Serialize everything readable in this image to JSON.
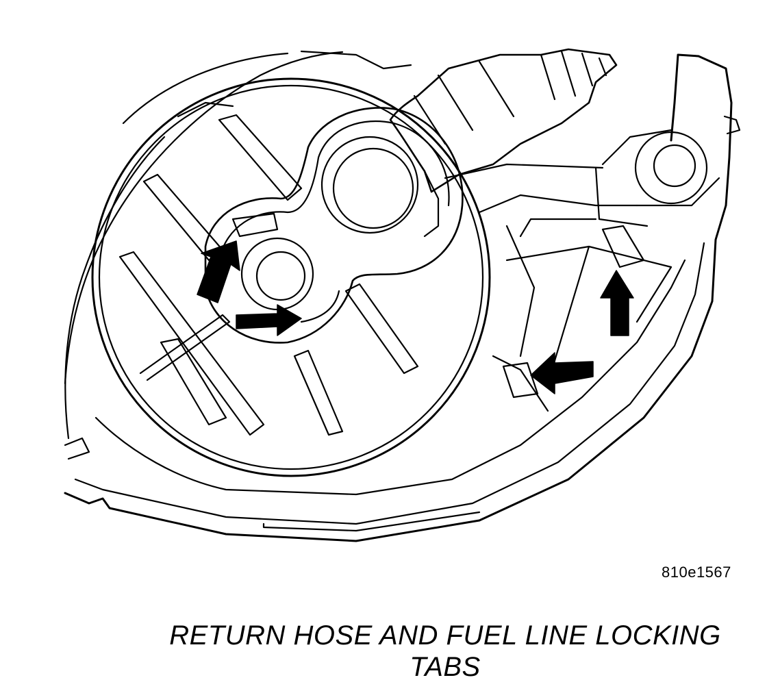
{
  "figure": {
    "id_label": "810e1567",
    "caption_line1": "RETURN HOSE AND FUEL LINE LOCKING",
    "caption_line2": "TABS"
  },
  "colors": {
    "line": "#000000",
    "background": "#ffffff"
  },
  "icons": [
    "arrow-up-icon",
    "arrow-right-icon",
    "arrow-left-icon"
  ]
}
